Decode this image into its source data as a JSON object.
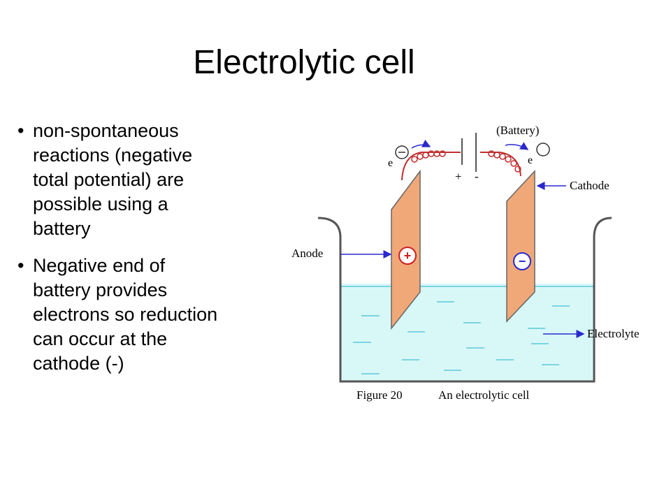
{
  "slide": {
    "title": "Electrolytic cell",
    "bullets": [
      {
        "lines": [
          "non-spontaneous",
          "reactions (negative",
          "total potential) are",
          "possible using a",
          "battery"
        ]
      },
      {
        "lines": [
          "Negative end of",
          "battery provides",
          "electrons so reduction",
          "can occur at the",
          "cathode (-)"
        ]
      }
    ]
  },
  "figure": {
    "battery_label": "(Battery)",
    "plus_sign": "+",
    "minus_sign": "-",
    "electron_left": "e",
    "electron_right": "e",
    "cathode_label": "Cathode",
    "anode_label": "Anode",
    "electrolyte_label": "Electrolyte",
    "anode_sign": "+",
    "cathode_sign": "−",
    "caption_number": "Figure 20",
    "caption_text": "An electrolytic cell",
    "colors": {
      "electrode": "#F0A878",
      "electrolyte": "#D8F8F8",
      "arrow": "#2A2ACC",
      "wire": "#C03030",
      "sign_circle": "#CC2020"
    }
  }
}
